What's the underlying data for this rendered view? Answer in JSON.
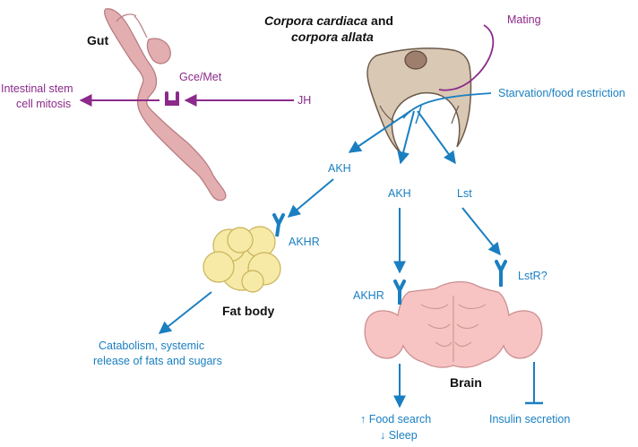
{
  "organs": {
    "gut": "Gut",
    "cc_ca_line1_italic": "Corpora cardiaca",
    "cc_ca_line1_rest": " and",
    "cc_ca_line2_italic": "corpora allata",
    "fat_body": "Fat body",
    "brain": "Brain"
  },
  "signals": {
    "mating": "Mating",
    "starvation": "Starvation/food restriction",
    "jh": "JH",
    "gce_met": "Gce/Met",
    "akh_left": "AKH",
    "akh_mid": "AKH",
    "lst": "Lst",
    "akhr_fat": "AKHR",
    "akhr_brain": "AKHR",
    "lstr": "LstR?"
  },
  "outcomes": {
    "intestinal_line1": "Intestinal stem",
    "intestinal_line2": "cell mitosis",
    "catabolism_line1": "Catabolism, systemic",
    "catabolism_line2": "release of fats and sugars",
    "food_search": "↑ Food search",
    "sleep": "↓ Sleep",
    "insulin": "Insulin secretion"
  },
  "colors": {
    "blue": "#1a7fc1",
    "purple": "#8b2a8b",
    "gland": "#d9c8b4",
    "gut": "#e3aeb0",
    "fat": "#f7eaa6",
    "brain": "#f7c3c3"
  }
}
